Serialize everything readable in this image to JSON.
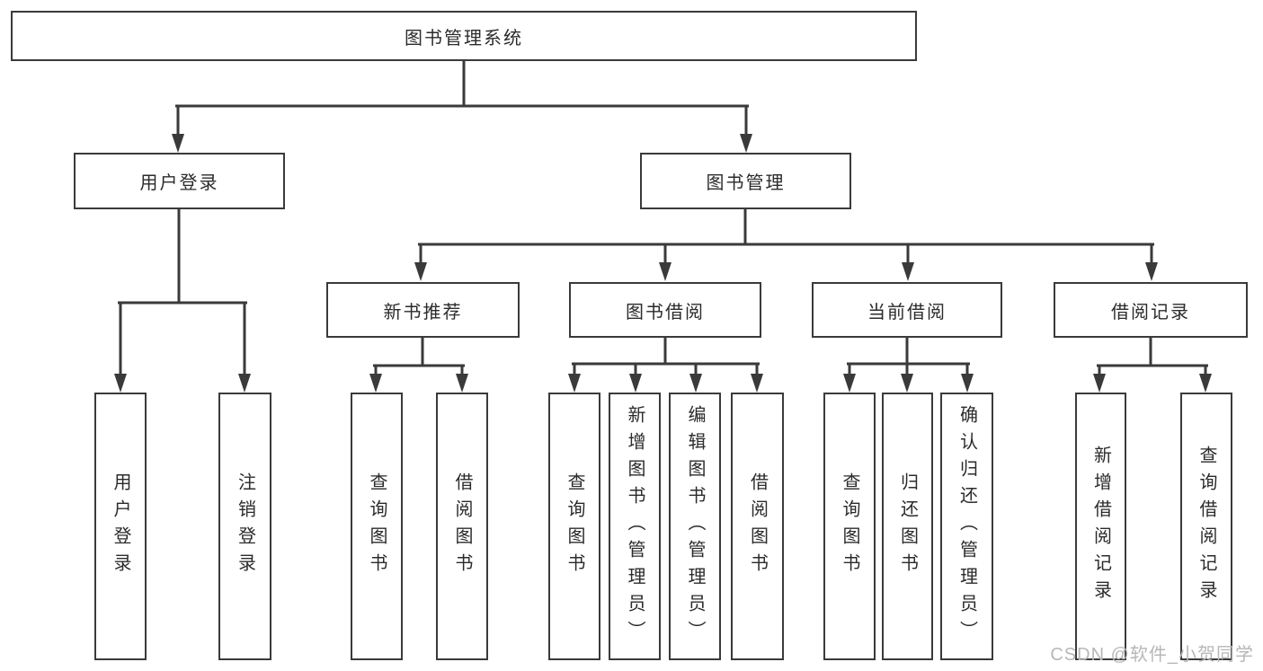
{
  "diagram": {
    "root": {
      "label": "图书管理系统"
    },
    "level2": [
      {
        "label": "用户登录"
      },
      {
        "label": "图书管理"
      }
    ],
    "level3": [
      {
        "label": "新书推荐"
      },
      {
        "label": "图书借阅"
      },
      {
        "label": "当前借阅"
      },
      {
        "label": "借阅记录"
      }
    ],
    "leaves": {
      "user_login": [
        "用户登录",
        "注销登录"
      ],
      "new_book": [
        "查询图书",
        "借阅图书"
      ],
      "book_borrow": [
        "查询图书",
        "新增图书（管理员）",
        "编辑图书（管理员）",
        "借阅图书"
      ],
      "current_borrow": [
        "查询图书",
        "归还图书",
        "确认归还（管理员）"
      ],
      "borrow_record": [
        "新增借阅记录",
        "查询借阅记录"
      ]
    }
  },
  "watermark": {
    "text": "CSDN @软件_小贺同学"
  },
  "colors": {
    "line": "#3a3a3a",
    "box_border": "#3a3a3a",
    "text": "#2b2b2b",
    "watermark": "#b7b7b9",
    "background": "#ffffff"
  }
}
